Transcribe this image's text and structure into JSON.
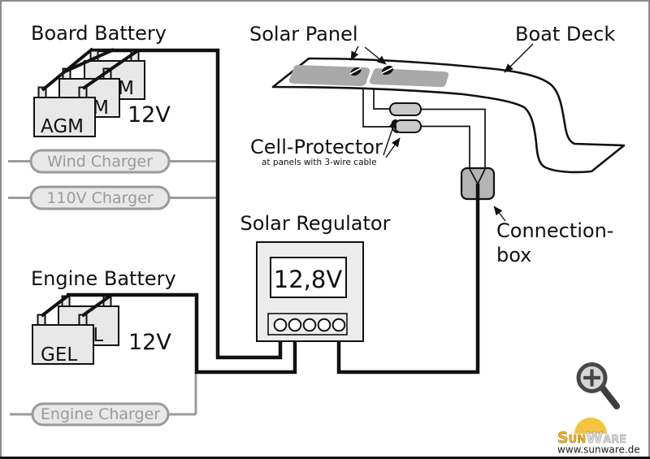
{
  "titles": {
    "board_battery": "Board Battery",
    "engine_battery": "Engine Battery",
    "solar_panel": "Solar Panel",
    "boat_deck": "Boat Deck",
    "cell_protector": "Cell-Protector",
    "cell_protector_note": "at panels with 3-wire cable",
    "solar_regulator": "Solar Regulator",
    "connection_box_line1": "Connection-",
    "connection_box_line2": "box"
  },
  "board_battery": {
    "cell_label": "AGM",
    "voltage": "12V"
  },
  "engine_battery": {
    "cell_label": "GEL",
    "voltage": "12V"
  },
  "chargers": {
    "wind": "Wind Charger",
    "shore": "110V Charger",
    "engine": "Engine Charger"
  },
  "regulator": {
    "display_value": "12,8V"
  },
  "logo": {
    "brand_sun": "Sun",
    "brand_ware": "Ware",
    "website": "www.sunware.de"
  },
  "colors": {
    "battery_fill": "#e8e8e8",
    "charger_gray": "#9a9a9a",
    "panel_gray": "#a9a9a9",
    "protector_gray": "#c9c9c9",
    "connector_gray": "#b4b4b4",
    "wire_black": "#111111",
    "sun_yellow": "#F3C43E",
    "logo_gold": "#EDAD25",
    "logo_silver": "#DCDCDC"
  }
}
